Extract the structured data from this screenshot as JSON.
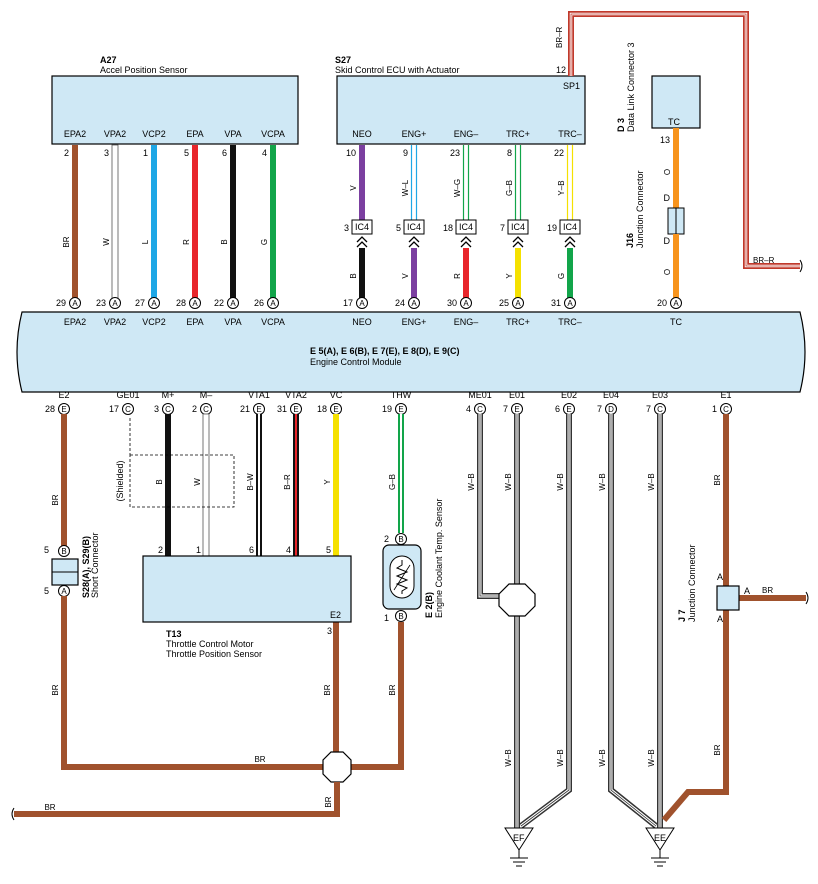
{
  "components": {
    "a27": {
      "id": "A27",
      "name": "Accel Position Sensor"
    },
    "s27": {
      "id": "S27",
      "name": "Skid Control ECU with Actuator",
      "sp1": "SP1",
      "pin12": "12"
    },
    "d3": {
      "id": "D 3",
      "name": "Data Link Connector 3",
      "tc": "TC"
    },
    "j16": {
      "id": "J16",
      "name": "Junction Connector"
    },
    "ecm": {
      "ids": "E 5(A), E 6(B), E 7(E), E 8(D), E 9(C)",
      "name": "Engine Control Module"
    },
    "t13": {
      "id": "T13",
      "name1": "Throttle Control Motor",
      "name2": "Throttle Position Sensor"
    },
    "e2b": {
      "id": "E 2(B)",
      "name": "Engine Coolant Temp.  Sensor"
    },
    "s28": {
      "id": "S28(A), S29(B)",
      "name": "Short Connector"
    },
    "j7": {
      "id": "J 7",
      "name": "Junction Connector"
    },
    "ground_ef": "EF",
    "ground_ee": "EE",
    "shielded": "(Shielded)"
  },
  "a27_pins": [
    {
      "name": "EPA2",
      "pin": "2",
      "wire": "BR",
      "color": "#a0522d",
      "ecm_pin": "29",
      "ecm_conn": "A"
    },
    {
      "name": "VPA2",
      "pin": "3",
      "wire": "W",
      "color": "#ffffff",
      "ecm_pin": "23",
      "ecm_conn": "A"
    },
    {
      "name": "VCP2",
      "pin": "1",
      "wire": "L",
      "color": "#1ea7e6",
      "ecm_pin": "27",
      "ecm_conn": "A"
    },
    {
      "name": "EPA",
      "pin": "5",
      "wire": "R",
      "color": "#e8262b",
      "ecm_pin": "28",
      "ecm_conn": "A"
    },
    {
      "name": "VPA",
      "pin": "6",
      "wire": "B",
      "color": "#111111",
      "ecm_pin": "22",
      "ecm_conn": "A"
    },
    {
      "name": "VCPA",
      "pin": "4",
      "wire": "G",
      "color": "#12a54a",
      "ecm_pin": "26",
      "ecm_conn": "A"
    }
  ],
  "s27_pins": [
    {
      "name": "NEO",
      "pin": "10",
      "wire_top": "V",
      "color_top": "#7b3fa0",
      "ic_pin": "3",
      "ic": "IC4",
      "wire_bot": "B",
      "color_bot": "#111111",
      "ecm_pin": "17",
      "ecm_conn": "A",
      "ecm_name": "NEO"
    },
    {
      "name": "ENG+",
      "pin": "9",
      "wire_top": "W–L",
      "color_top": "#1ea7e6",
      "ic_pin": "5",
      "ic": "IC4",
      "wire_bot": "V",
      "color_bot": "#7b3fa0",
      "ecm_pin": "24",
      "ecm_conn": "A",
      "ecm_name": "ENG+"
    },
    {
      "name": "ENG–",
      "pin": "23",
      "wire_top": "W–G",
      "color_top": "#12a54a",
      "ic_pin": "18",
      "ic": "IC4",
      "wire_bot": "R",
      "color_bot": "#e8262b",
      "ecm_pin": "30",
      "ecm_conn": "A",
      "ecm_name": "ENG–"
    },
    {
      "name": "TRC+",
      "pin": "8",
      "wire_top": "G–B",
      "color_top": "#12a54a",
      "ic_pin": "7",
      "ic": "IC4",
      "wire_bot": "Y",
      "color_bot": "#f5e100",
      "ecm_pin": "25",
      "ecm_conn": "A",
      "ecm_name": "TRC+"
    },
    {
      "name": "TRC–",
      "pin": "22",
      "wire_top": "Y–B",
      "color_top": "#f5e100",
      "ic_pin": "19",
      "ic": "IC4",
      "wire_bot": "G",
      "color_bot": "#12a54a",
      "ecm_pin": "31",
      "ecm_conn": "A",
      "ecm_name": "TRC–"
    }
  ],
  "tc_wire": {
    "pin_top": "13",
    "wire": "O",
    "color": "#f7941d",
    "j16_d": "D",
    "ecm_pin": "20",
    "ecm_conn": "A",
    "ecm_name": "TC"
  },
  "br_r_wire": {
    "label": "BR–R",
    "label2": "BR–R",
    "color": "#c0392b"
  },
  "bottom_pins": [
    {
      "name": "E2",
      "pin": "28",
      "conn": "E",
      "wire": "BR"
    },
    {
      "name": "GE01",
      "pin": "17",
      "conn": "C"
    },
    {
      "name": "M+",
      "pin": "3",
      "conn": "C",
      "wire": "B",
      "t13_pin": "2",
      "t13_name": "M+"
    },
    {
      "name": "M–",
      "pin": "2",
      "conn": "C",
      "wire": "W",
      "t13_pin": "1",
      "t13_name": "M–"
    },
    {
      "name": "VTA1",
      "pin": "21",
      "conn": "E",
      "wire": "B–W",
      "t13_pin": "6",
      "t13_name": "VTA1"
    },
    {
      "name": "VTA2",
      "pin": "31",
      "conn": "E",
      "wire": "B–R",
      "t13_pin": "4",
      "t13_name": "VTA2"
    },
    {
      "name": "VC",
      "pin": "18",
      "conn": "E",
      "wire": "Y",
      "t13_pin": "5",
      "t13_name": "VC"
    },
    {
      "name": "THW",
      "pin": "19",
      "conn": "E",
      "wire": "G–B"
    },
    {
      "name": "ME01",
      "pin": "4",
      "conn": "C",
      "wire": "W–B"
    },
    {
      "name": "E01",
      "pin": "7",
      "conn": "E",
      "wire": "W–B"
    },
    {
      "name": "E02",
      "pin": "6",
      "conn": "E",
      "wire": "W–B"
    },
    {
      "name": "E04",
      "pin": "7",
      "conn": "D",
      "wire": "W–B"
    },
    {
      "name": "E03",
      "pin": "7",
      "conn": "C",
      "wire": "W–B"
    },
    {
      "name": "E1",
      "pin": "1",
      "conn": "C",
      "wire": "BR"
    }
  ],
  "misc_labels": {
    "t13_e2": "E2",
    "t13_pin3": "3",
    "e2b_pin2": "2",
    "e2b_conn": "B",
    "e2b_pin1": "1",
    "s28_pin5a": "5",
    "s28_b": "B",
    "s28_pin5b": "5",
    "s28_a": "A",
    "j7_a1": "A",
    "j7_a2": "A",
    "j7_a3": "A",
    "br": "BR",
    "w_b": "W–B"
  },
  "colors": {
    "br": "#a0522d",
    "box": "#cfe8f5",
    "orange": "#f7941d"
  }
}
